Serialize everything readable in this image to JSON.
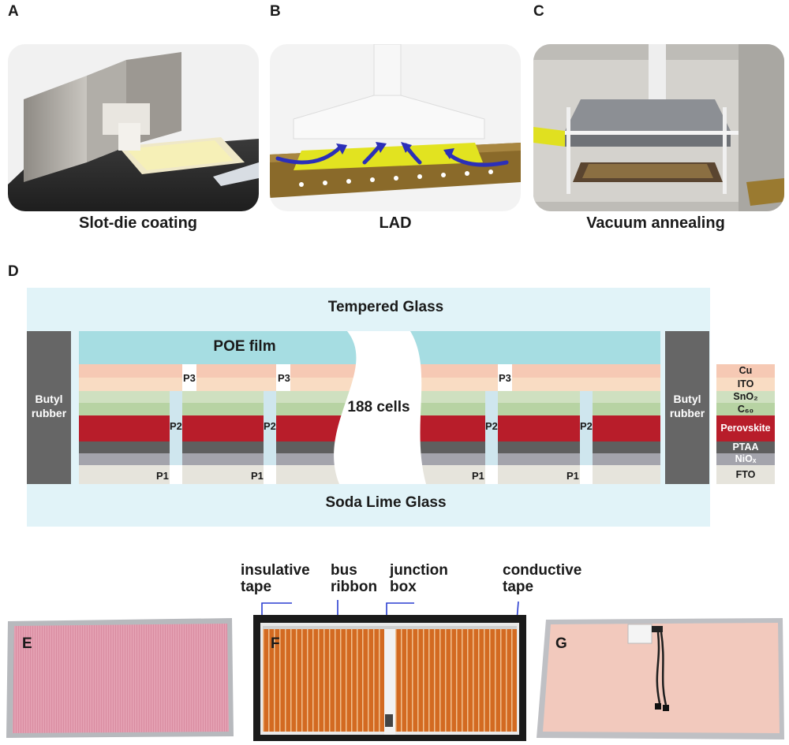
{
  "panels": {
    "a": {
      "label": "A",
      "caption": "Slot-die coating"
    },
    "b": {
      "label": "B",
      "caption": "LAD"
    },
    "c": {
      "label": "C",
      "caption": "Vacuum annealing"
    },
    "d": {
      "label": "D"
    },
    "e": {
      "label": "E"
    },
    "f": {
      "label": "F"
    },
    "g": {
      "label": "G"
    }
  },
  "stack": {
    "tempered_glass": "Tempered Glass",
    "poe_film": "POE film",
    "cells": "188 cells",
    "soda_lime_glass": "Soda Lime Glass",
    "butyl_left": "Butyl rubber",
    "butyl_right": "Butyl rubber",
    "scribes": {
      "p1": "P1",
      "p2": "P2",
      "p3": "P3"
    }
  },
  "legend": [
    {
      "label": "Cu",
      "color": "#f6c9b4"
    },
    {
      "label": "ITO",
      "color": "#f9dcc3"
    },
    {
      "label": "SnO₂",
      "color": "#cfe0c0"
    },
    {
      "label": "C₆₀",
      "color": "#b7d3a3"
    },
    {
      "label": "Perovskite",
      "color": "#b81d2a"
    },
    {
      "label": "PTAA",
      "color": "#5f5f5f"
    },
    {
      "label": "NiOₓ",
      "color": "#a4a4ac"
    },
    {
      "label": "FTO",
      "color": "#e6e4dc"
    }
  ],
  "colors": {
    "glass": "#e1f3f8",
    "poe": "#a6dde2",
    "butyl": "#666666",
    "scribe_gap": "#cfe6ee"
  },
  "module_annotations": {
    "insulative_tape": "insulative\ntape",
    "bus_ribbon": "bus\nribbon",
    "junction_box": "junction\nbox",
    "conductive_tape": "conductive\ntape"
  }
}
